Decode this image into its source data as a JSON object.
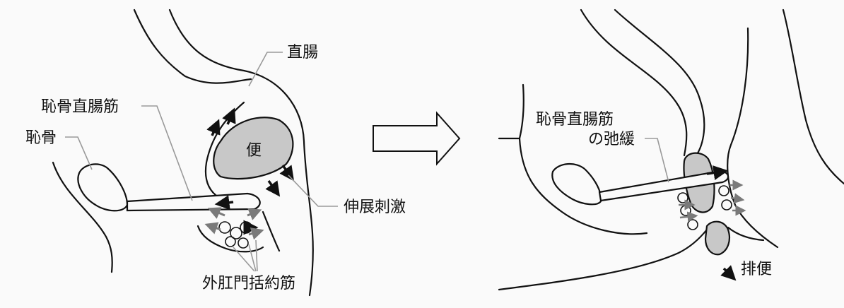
{
  "left_panel": {
    "labels": {
      "rectum": "直腸",
      "puborectalis": "恥骨直腸筋",
      "pubic_bone": "恥骨",
      "stool": "便",
      "stretch_stimulus": "伸展刺激",
      "external_anal_sphincter": "外肛門括約筋"
    }
  },
  "right_panel": {
    "labels": {
      "puborectalis_line1": "恥骨直腸筋",
      "puborectalis_line2": "の弛緩",
      "defecation": "排便"
    }
  },
  "colors": {
    "background": "#fafafa",
    "line": "#111111",
    "stool_fill": "#c8c8c8",
    "arrow_gray": "#7a7a7a",
    "leader_line": "#999999"
  }
}
